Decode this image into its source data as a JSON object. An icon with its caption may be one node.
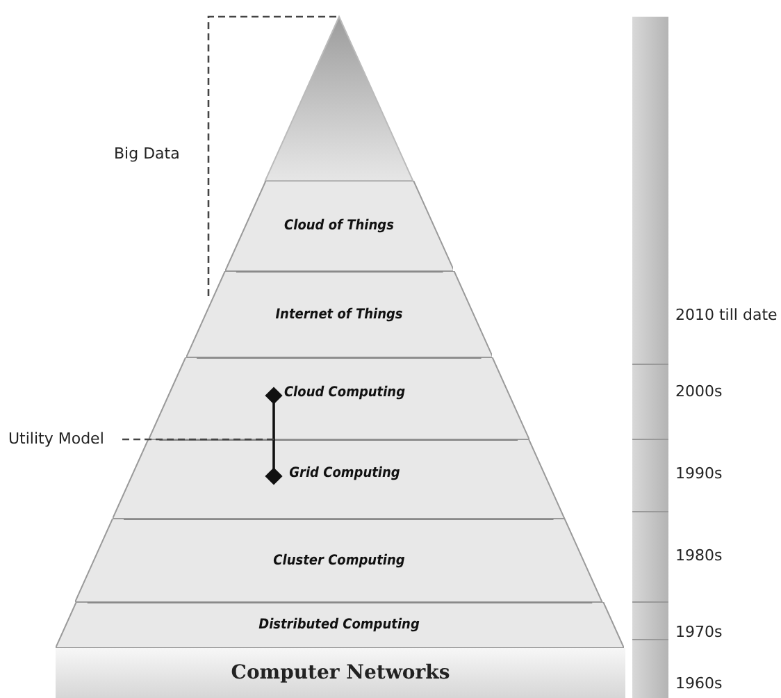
{
  "diagram": {
    "nodes": [
      {
        "text": [
          "Cloud of Things"
        ]
      },
      {
        "text": [
          "Internet of Things"
        ]
      },
      {
        "text": [
          "Cloud Computing"
        ]
      },
      {
        "text": [
          "Grid Computing"
        ]
      },
      {
        "text": [
          "Cluster Computing"
        ]
      },
      {
        "text": [
          "Distributed Computing"
        ]
      },
      {
        "text": [
          "Computer Networks"
        ]
      },
      {
        "text": [
          "Utility Model"
        ]
      },
      {
        "text": [],
        "shape": "triangle"
      }
    ],
    "edges": [
      {
        "from": 2,
        "to": 3,
        "arrow": "other"
      },
      {
        "from": 7,
        "to": 2,
        "arrow": "none",
        "style": "dashed"
      }
    ],
    "labels": [
      "Big Data",
      "2010 till date",
      "2000s",
      "1990s",
      "1980s",
      "1970s",
      "1960s"
    ]
  }
}
